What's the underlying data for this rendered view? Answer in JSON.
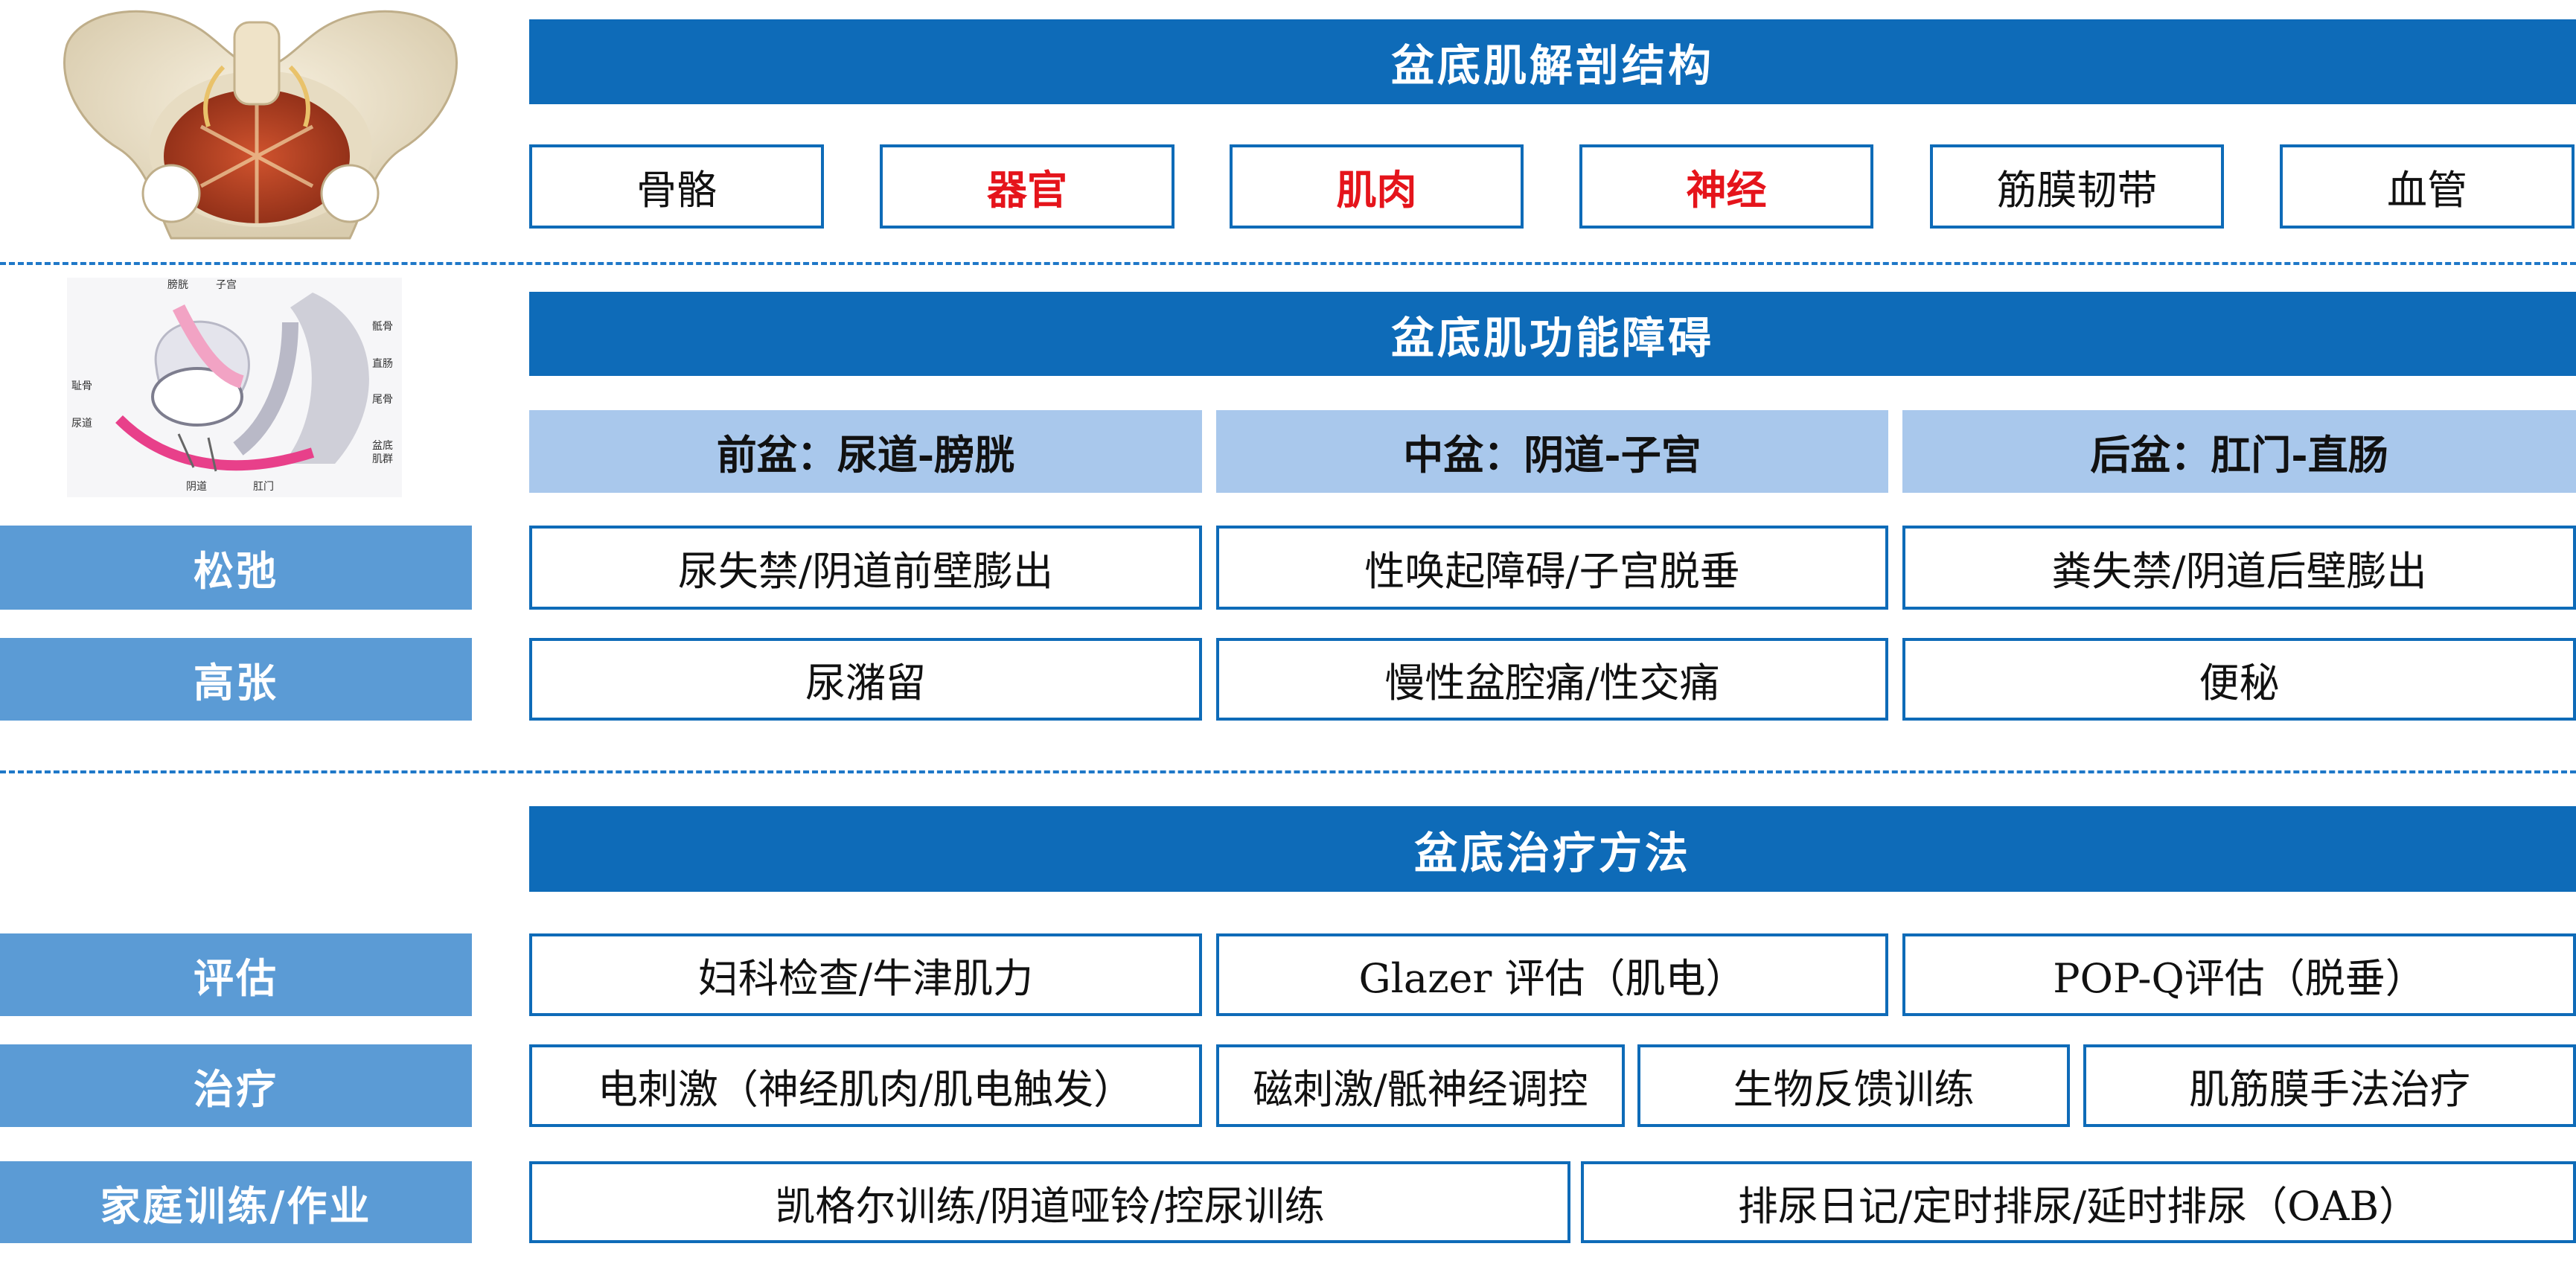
{
  "section1": {
    "title": "盆底肌解剖结构",
    "items": [
      {
        "label": "骨骼",
        "highlight": false
      },
      {
        "label": "器官",
        "highlight": true
      },
      {
        "label": "肌肉",
        "highlight": true
      },
      {
        "label": "神经",
        "highlight": true
      },
      {
        "label": "筋膜韧带",
        "highlight": false
      },
      {
        "label": "血管",
        "highlight": false
      }
    ]
  },
  "section2": {
    "title": "盆底肌功能障碍",
    "columns": [
      "前盆：尿道-膀胱",
      "中盆：阴道-子宫",
      "后盆：肛门-直肠"
    ],
    "rows": [
      {
        "label": "松弛",
        "cells": [
          "尿失禁/阴道前壁膨出",
          "性唤起障碍/子宫脱垂",
          "粪失禁/阴道后壁膨出"
        ]
      },
      {
        "label": "高张",
        "cells": [
          "尿潴留",
          "慢性盆腔痛/性交痛",
          "便秘"
        ]
      }
    ],
    "diagram_labels": [
      "膀胱",
      "子宫",
      "骶骨",
      "耻骨",
      "直肠",
      "尿道",
      "尾骨",
      "阴道",
      "肛门",
      "盆底",
      "肌群"
    ]
  },
  "section3": {
    "title": "盆底治疗方法",
    "rows": [
      {
        "label": "评估",
        "cells": [
          "妇科检查/牛津肌力",
          "Glazer 评估（肌电）",
          "POP-Q评估（脱垂）"
        ]
      },
      {
        "label": "治疗",
        "cells": [
          "电刺激（神经肌肉/肌电触发）",
          "磁刺激/骶神经调控",
          "生物反馈训练",
          "肌筋膜手法治疗"
        ]
      },
      {
        "label": "家庭训练/作业",
        "cells": [
          "凯格尔训练/阴道哑铃/控尿训练",
          "排尿日记/定时排尿/延时排尿（OAB）"
        ]
      }
    ]
  },
  "colors": {
    "header_blue": "#0E6BB8",
    "label_blue": "#5B9BD5",
    "sub_blue": "#A9C8EC",
    "highlight_red": "#E5141B",
    "divider_blue": "#1F78C8"
  },
  "icons": [
    "pelvis-model-image",
    "pelvic-floor-diagram"
  ]
}
